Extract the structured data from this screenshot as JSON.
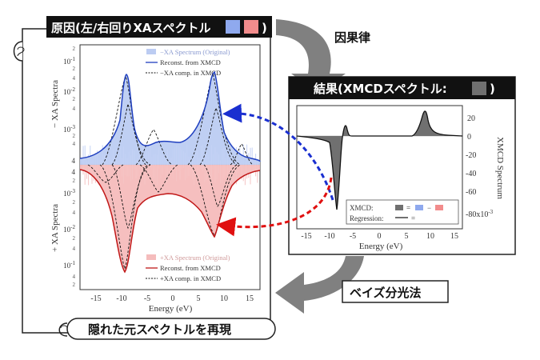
{
  "left_panel": {
    "title": "原因(左/右回りXAスペクトル",
    "title_close": ")",
    "swatch_blue": "#8fa9ee",
    "swatch_red": "#f28c8c",
    "footer": "隠れた元スペクトルを再現",
    "top_ylabel": "− XA Spectra",
    "bottom_ylabel": "+ XA Spectra",
    "xlabel": "Energy (eV)",
    "legend_top": [
      "−XA Spectrum (Original)",
      "Reconst. from XMCD",
      "−XA comp. in XMCD"
    ],
    "legend_bottom": [
      "+XA Spectrum (Original)",
      "Reconst. from XMCD",
      "+XA comp. in XMCD"
    ],
    "xticks": [
      "-15",
      "-10",
      "-5",
      "0",
      "5",
      "10",
      "15"
    ],
    "top_yticks": [
      {
        "pre": "10",
        "exp": "-1"
      },
      {
        "pre": "10",
        "exp": "-2"
      },
      {
        "pre": "10",
        "exp": "-3"
      },
      {
        "pre": "4",
        "exp": ""
      }
    ],
    "bottom_yticks": [
      {
        "pre": "4",
        "exp": ""
      },
      {
        "pre": "10",
        "exp": "-3"
      },
      {
        "pre": "10",
        "exp": "-2"
      },
      {
        "pre": "10",
        "exp": "-1"
      }
    ],
    "minor_labels": [
      "2",
      "4",
      "2",
      "4",
      "2",
      "4",
      "2",
      "2",
      "4",
      "2",
      "4",
      "2",
      "4",
      "2"
    ]
  },
  "right_panel": {
    "title": "結果(XMCDスペクトル:",
    "title_close": ")",
    "swatch_gray": "#707070",
    "xlabel": "Energy (eV)",
    "ylabel": "XMCD Spectrum",
    "yunit": "x10",
    "yunit_exp": "-3",
    "yticks": [
      "20",
      "0",
      "-20",
      "-40",
      "-60",
      "-80"
    ],
    "xticks": [
      "-15",
      "-10",
      "-5",
      "0",
      "5",
      "10",
      "15"
    ],
    "legend_xmcd": "XMCD:",
    "legend_eq": "=",
    "legend_minus": "−",
    "legend_regression": "Regression:",
    "legend_reg_eq": "="
  },
  "arrows": {
    "causality": "因果律",
    "bayes": "ベイズ分光法"
  },
  "colors": {
    "blue": "#1f3fbf",
    "red": "#c01818",
    "blue_fill": "#bcccf2",
    "red_fill": "#f5bcbc",
    "arrow_gray": "#808080",
    "dashed_blue": "#1a2fd0",
    "dashed_red": "#e01010"
  }
}
